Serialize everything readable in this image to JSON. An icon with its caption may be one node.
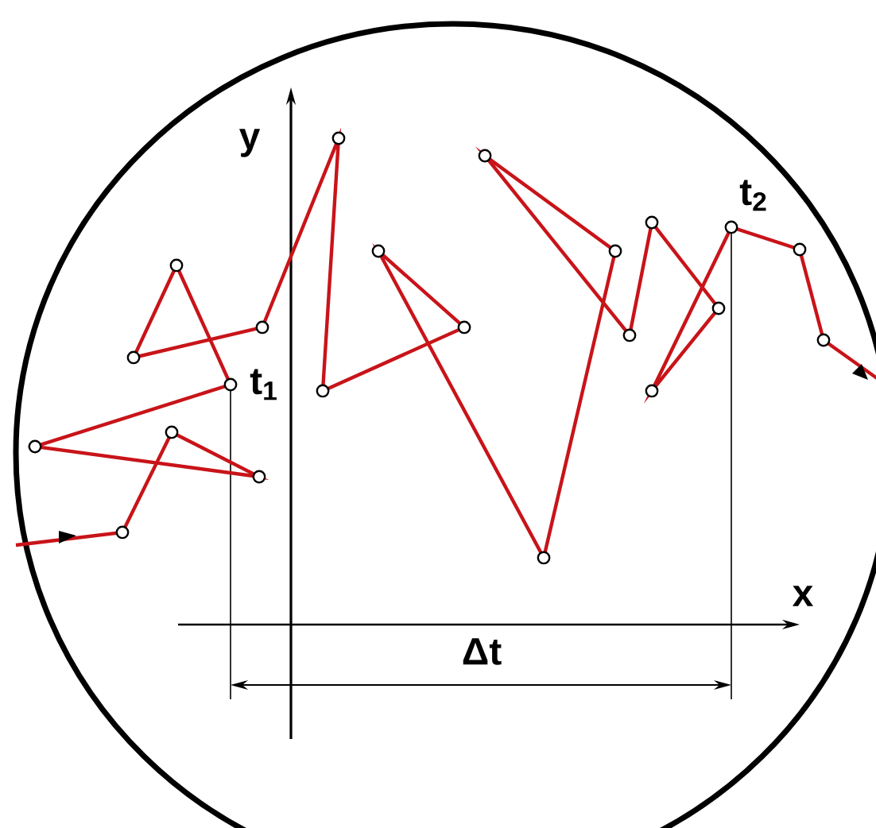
{
  "diagram": {
    "labels": [
      "y",
      "t$_{2}$",
      "t$_{1}$",
      "x",
      "Δt"
    ]
  }
}
